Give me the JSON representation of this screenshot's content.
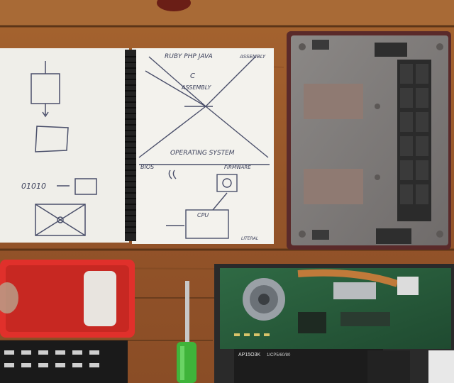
{
  "scene": {
    "description_alt": "Overhead photo of a wooden desk with a sketchbook, laptop bottom case, screwdriver kit and opened laptop mainboard"
  },
  "notebook": {
    "left_page": {
      "binary_label": "01010"
    },
    "right_page": {
      "top_label": "RUBY PHP JAVA",
      "top_right_label": "ASSEMBLY",
      "c_label": "C",
      "assembly_label": "ASSEMBLY",
      "os_label": "OPERATING SYSTEM",
      "bios_label": "BIOS",
      "firmware_label": "FIRMWARE",
      "cpu_label": "CPU",
      "corner_label": "LITERAL"
    }
  },
  "laptop_board": {
    "battery_model": "AP15O3K",
    "battery_code": "1ICP5/60/80"
  },
  "colors": {
    "wood": "#9a5a2c",
    "paper": "#f2f1ec",
    "case": "#7e7a78",
    "screwdriver_handle": "#3fb43a",
    "bit_case": "#e0302b",
    "pcb": "#2c5a3a"
  }
}
